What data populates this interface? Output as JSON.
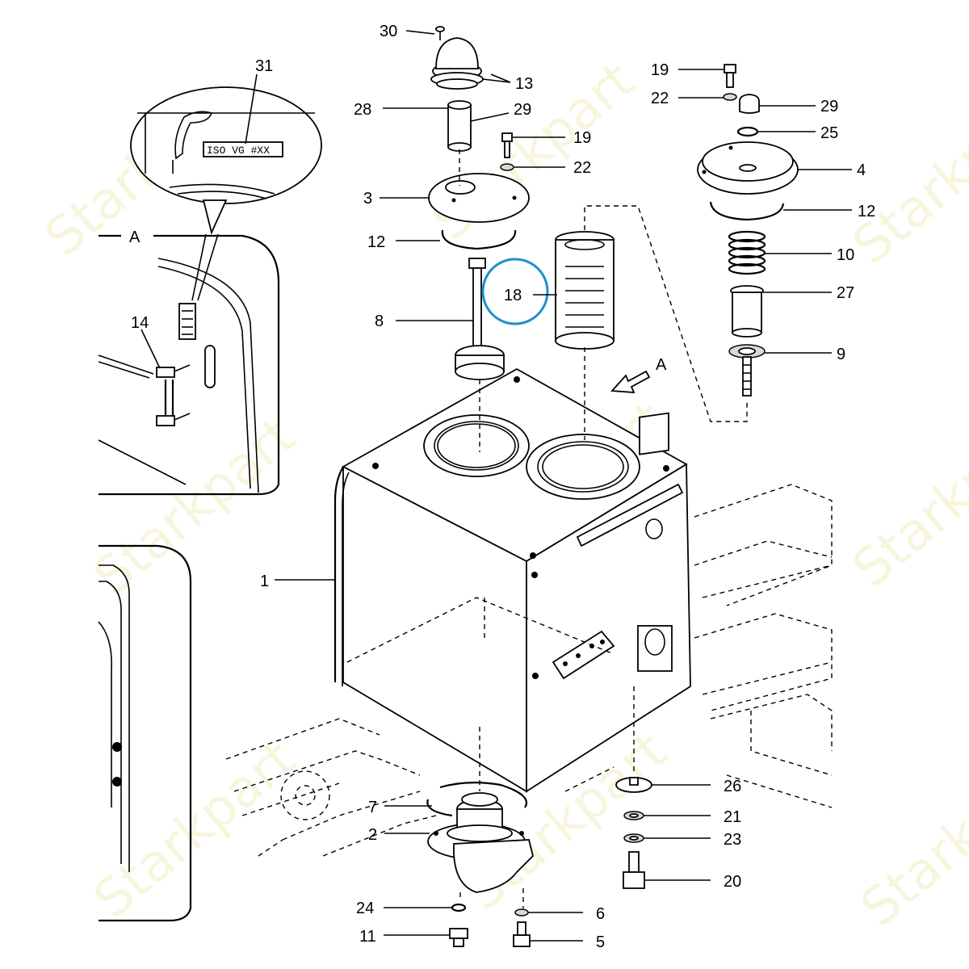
{
  "watermark_text": "Starkpart",
  "view_label": "A",
  "oil_label": "ISO VG #XX",
  "highlight_color": "#1e90d0",
  "callouts": [
    {
      "id": "c30",
      "text": "30"
    },
    {
      "id": "c13",
      "text": "13"
    },
    {
      "id": "c28",
      "text": "28"
    },
    {
      "id": "c29a",
      "text": "29"
    },
    {
      "id": "c19a",
      "text": "19"
    },
    {
      "id": "c22a",
      "text": "22"
    },
    {
      "id": "c3",
      "text": "3"
    },
    {
      "id": "c12a",
      "text": "12"
    },
    {
      "id": "c8",
      "text": "8"
    },
    {
      "id": "c18",
      "text": "18"
    },
    {
      "id": "c31",
      "text": "31"
    },
    {
      "id": "c14",
      "text": "14"
    },
    {
      "id": "c19b",
      "text": "19"
    },
    {
      "id": "c22b",
      "text": "22"
    },
    {
      "id": "c29b",
      "text": "29"
    },
    {
      "id": "c25",
      "text": "25"
    },
    {
      "id": "c4",
      "text": "4"
    },
    {
      "id": "c12b",
      "text": "12"
    },
    {
      "id": "c10",
      "text": "10"
    },
    {
      "id": "c27",
      "text": "27"
    },
    {
      "id": "c9",
      "text": "9"
    },
    {
      "id": "c1",
      "text": "1"
    },
    {
      "id": "c7",
      "text": "7"
    },
    {
      "id": "c2",
      "text": "2"
    },
    {
      "id": "c24",
      "text": "24"
    },
    {
      "id": "c11",
      "text": "11"
    },
    {
      "id": "c6",
      "text": "6"
    },
    {
      "id": "c5",
      "text": "5"
    },
    {
      "id": "c26",
      "text": "26"
    },
    {
      "id": "c21",
      "text": "21"
    },
    {
      "id": "c23",
      "text": "23"
    },
    {
      "id": "c20",
      "text": "20"
    }
  ]
}
